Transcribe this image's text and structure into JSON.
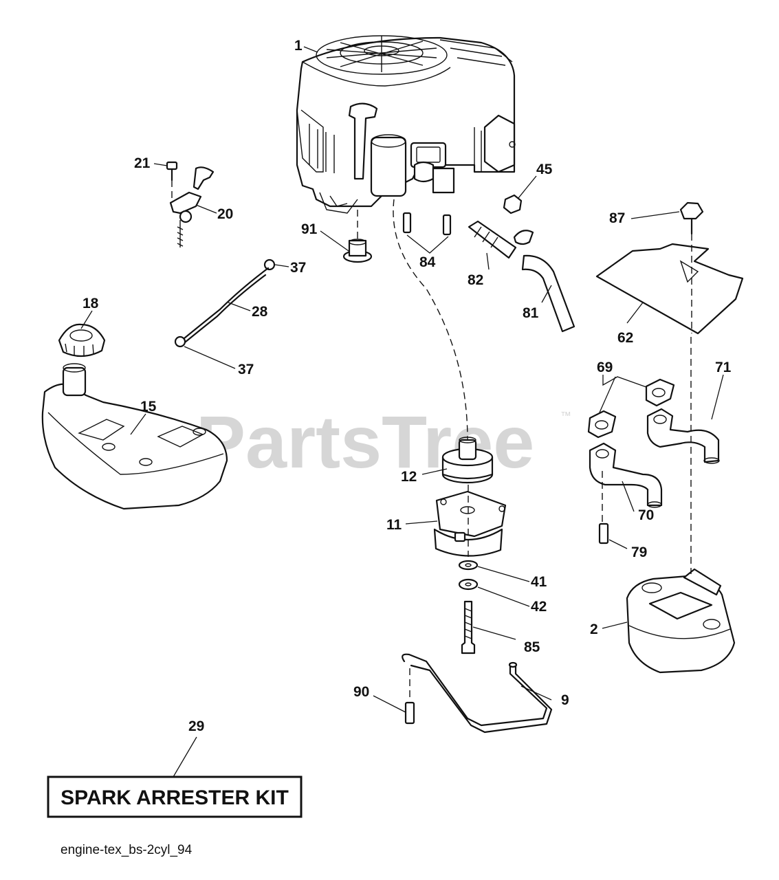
{
  "watermark": {
    "brand": "PartsTree",
    "trademark": "™"
  },
  "kit_box": {
    "label": "SPARK ARRESTER KIT"
  },
  "footer": {
    "diagram_code": "engine-tex_bs-2cyl_94"
  },
  "callouts": [
    {
      "id": "1",
      "text": "1"
    },
    {
      "id": "2",
      "text": "2"
    },
    {
      "id": "9",
      "text": "9"
    },
    {
      "id": "11",
      "text": "11"
    },
    {
      "id": "12",
      "text": "12"
    },
    {
      "id": "15",
      "text": "15"
    },
    {
      "id": "18",
      "text": "18"
    },
    {
      "id": "20",
      "text": "20"
    },
    {
      "id": "21",
      "text": "21"
    },
    {
      "id": "28",
      "text": "28"
    },
    {
      "id": "29",
      "text": "29"
    },
    {
      "id": "37a",
      "text": "37"
    },
    {
      "id": "37b",
      "text": "37"
    },
    {
      "id": "41",
      "text": "41"
    },
    {
      "id": "42",
      "text": "42"
    },
    {
      "id": "45",
      "text": "45"
    },
    {
      "id": "62",
      "text": "62"
    },
    {
      "id": "69",
      "text": "69"
    },
    {
      "id": "70",
      "text": "70"
    },
    {
      "id": "71",
      "text": "71"
    },
    {
      "id": "79",
      "text": "79"
    },
    {
      "id": "81",
      "text": "81"
    },
    {
      "id": "82",
      "text": "82"
    },
    {
      "id": "84",
      "text": "84"
    },
    {
      "id": "85",
      "text": "85"
    },
    {
      "id": "87",
      "text": "87"
    },
    {
      "id": "90",
      "text": "90"
    },
    {
      "id": "91",
      "text": "91"
    }
  ]
}
